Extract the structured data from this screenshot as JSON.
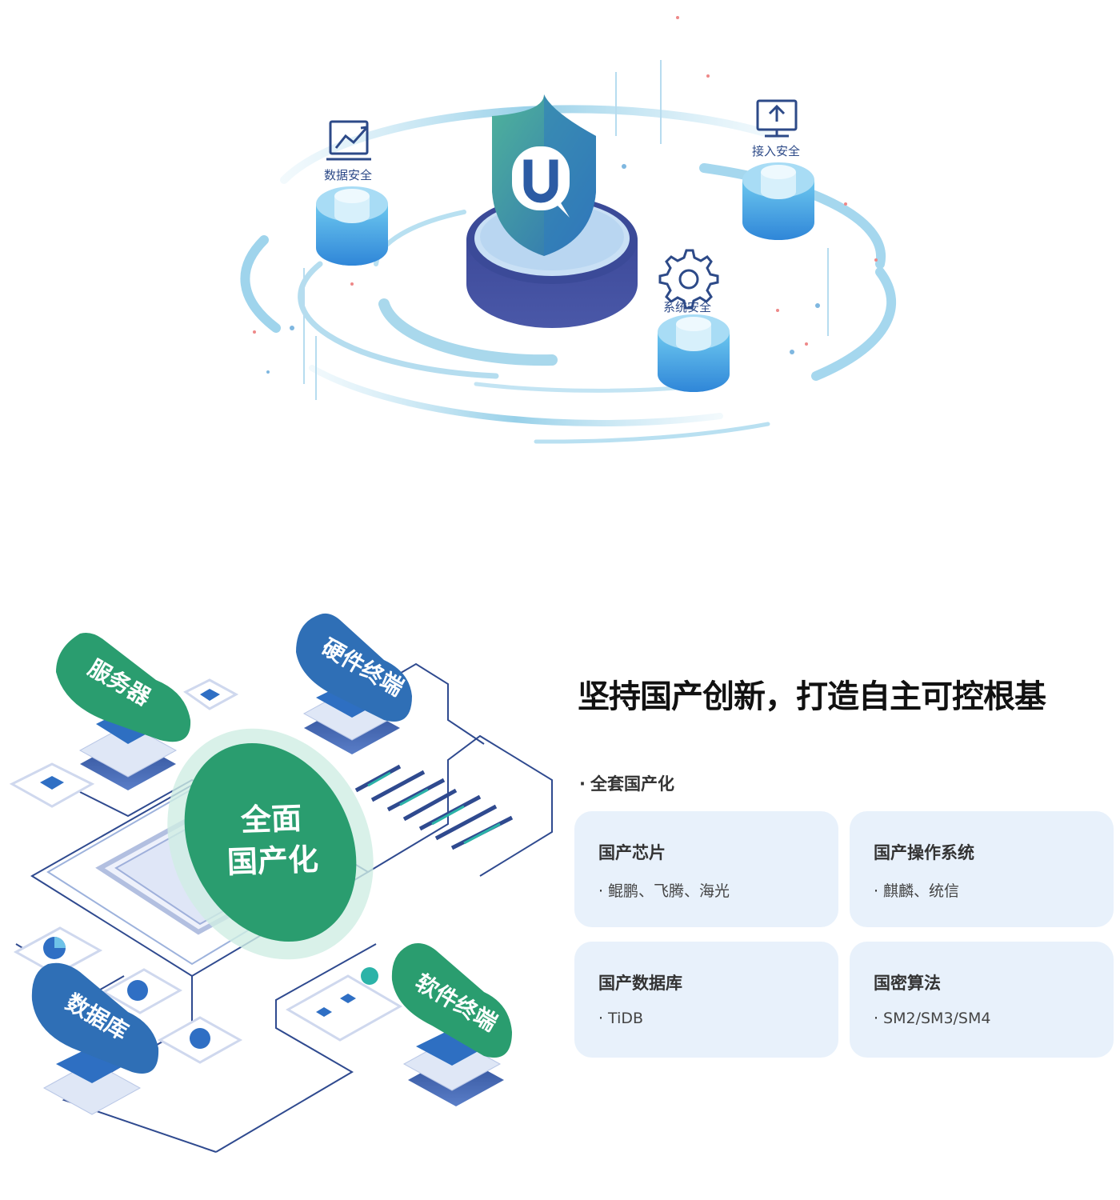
{
  "security": {
    "nodes": {
      "data_security": "数据安全",
      "access_security": "接入安全",
      "system_security": "系统安全"
    },
    "logo_letter": "U"
  },
  "localization": {
    "pills": {
      "server": "服务器",
      "hardware_terminal": "硬件终端",
      "database": "数据库",
      "software_terminal": "软件终端"
    },
    "center_line1": "全面",
    "center_line2": "国产化"
  },
  "headline": "坚持国产创新，打造自主可控根基",
  "subhead": "全套国产化",
  "bullet": "·",
  "cards": [
    {
      "title": "国产芯片",
      "desc": "鲲鹏、飞腾、海光"
    },
    {
      "title": "国产操作系统",
      "desc": "麒麟、统信"
    },
    {
      "title": "国产数据库",
      "desc": "TiDB"
    },
    {
      "title": "国密算法",
      "desc": "SM2/SM3/SM4"
    }
  ],
  "colors": {
    "navy": "#3f4f9c",
    "blue": "#3a78c2",
    "green": "#2a9d6f",
    "card_bg": "#e8f1fb"
  }
}
